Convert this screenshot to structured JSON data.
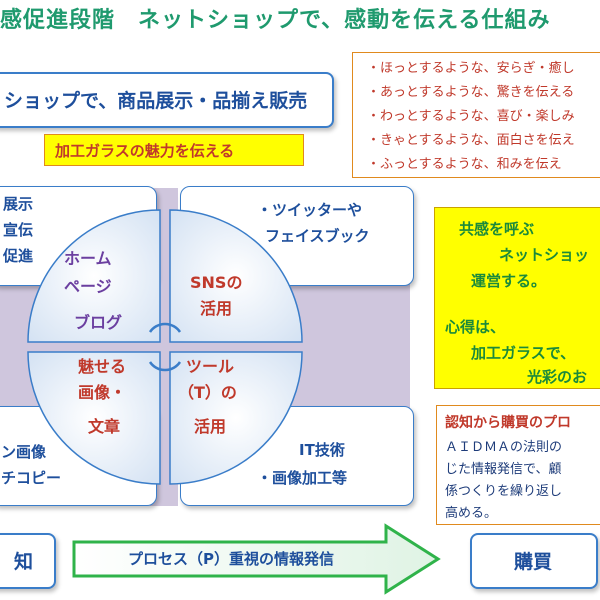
{
  "title": "感促進段階　ネットショップで、感動を伝える仕組み",
  "banner": "ショップで、商品展示・品揃え販売",
  "appeal": "加工ガラスの魅力を伝える",
  "feelings": [
    "ほっとするような、安らぎ・癒し",
    "あっとするような、驚きを伝える",
    "わっとするような、喜び・楽しみ",
    "きゃとするような、面白さを伝え",
    "ふっとするような、和みを伝え"
  ],
  "cards": {
    "top_left": [
      "展示",
      "宣伝",
      "促進"
    ],
    "top_right": [
      "・ツイッターや",
      "フェイスブック"
    ],
    "bottom_left": [
      "ン画像",
      "チコピー"
    ],
    "bottom_right": [
      "IT技術",
      "・画像加工等"
    ]
  },
  "quadrants": {
    "top_left": [
      "ホーム",
      "ページ",
      "ブログ"
    ],
    "top_right": [
      "SNSの",
      "活用"
    ],
    "bottom_left": [
      "魅せる",
      "画像・",
      "文章"
    ],
    "bottom_right": [
      "ツール",
      "（T）の",
      "活用"
    ]
  },
  "empathy": {
    "heading": "共感を呼ぶ",
    "line1": "ネットショッ",
    "line2": "運営する。",
    "line3": "心得は、",
    "line4": "加工ガラスで、",
    "line5": "光彩のお"
  },
  "aidma": {
    "heading": "認知から購買のプロ",
    "lines": [
      "ＡＩＤＭＡの法則の",
      "じた情報発信で、顧",
      "係つくりを繰り返し",
      "高める。"
    ]
  },
  "bottom": {
    "left": "知",
    "arrow": "プロセス（P）重視の情報発信",
    "right": "購買"
  },
  "colors": {
    "title": "#1f9a6e",
    "navy": "#1e4f9c",
    "purple": "#6b3fa0",
    "red": "#c0392b",
    "green_arrow": "#2fb34a",
    "yellow": "#ffff00",
    "band": "#cfc6dd"
  }
}
